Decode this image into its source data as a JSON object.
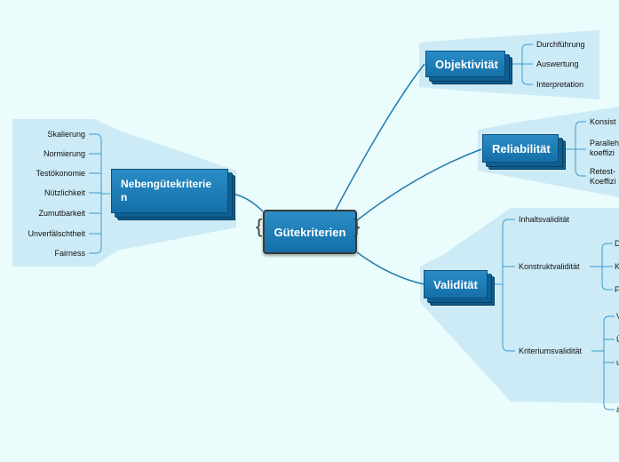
{
  "center": {
    "label": "Gütekriterien"
  },
  "objektivitaet": {
    "label": "Objektivität",
    "items": [
      "Durchführung",
      "Auswertung",
      "Interpretation"
    ]
  },
  "reliabilitaet": {
    "label": "Reliabilität",
    "items": [
      "Konsist",
      "Paralleh koeffizi",
      "Retest- Koeffizi"
    ],
    "lines": [
      [
        "Konsist"
      ],
      [
        "Paralleh",
        "koeffizi"
      ],
      [
        "Retest-",
        "Koeffizi"
      ]
    ]
  },
  "validitaet": {
    "label": "Validität",
    "items": [
      "Inhaltsvalidität",
      "Konstruktvalidität",
      "Kriteriumsvalidität"
    ],
    "konstrukt_sub": [
      "D",
      "K",
      "F"
    ],
    "kriterium_sub": [
      "V",
      "Ü",
      "u",
      "ä"
    ]
  },
  "neben": {
    "label_line1": "Nebengütekriterie",
    "label_line2": "n",
    "items": [
      "Skalierung",
      "Normierung",
      "Testökonomie",
      "Nützlichkeit",
      "Zumutbarkeit",
      "Unverfälschtheit",
      "Fairness"
    ]
  },
  "colors": {
    "background": "#eafcfc",
    "panel": "#cdebf6",
    "node": "#1d7cb6",
    "line": "#1f7bb0"
  }
}
